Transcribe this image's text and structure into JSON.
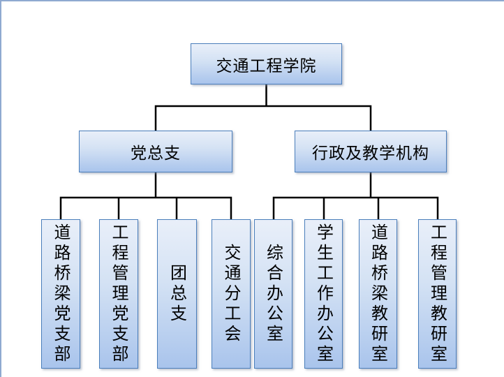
{
  "org": {
    "root": {
      "label": "交通工程学院"
    },
    "branches": [
      {
        "label": "党总支",
        "children": [
          {
            "label": "道路桥梁党支部"
          },
          {
            "label": "工程管理党支部"
          },
          {
            "label": "团总支"
          },
          {
            "label": "交通分工会"
          }
        ]
      },
      {
        "label": "行政及教学机构",
        "children": [
          {
            "label": "综合办公室"
          },
          {
            "label": "学生工作办公室"
          },
          {
            "label": "道路桥梁教研室"
          },
          {
            "label": "工程管理教研室"
          }
        ]
      }
    ]
  },
  "colors": {
    "box_border": "#4a7ebb",
    "box_fill_top": "#e9eff9",
    "box_fill_mid": "#d4e2f4",
    "box_fill_bottom": "#a9c4ec",
    "connector": "#000000",
    "frame_border": "#8fa9d0",
    "background": "#ffffff",
    "text": "#000000"
  }
}
